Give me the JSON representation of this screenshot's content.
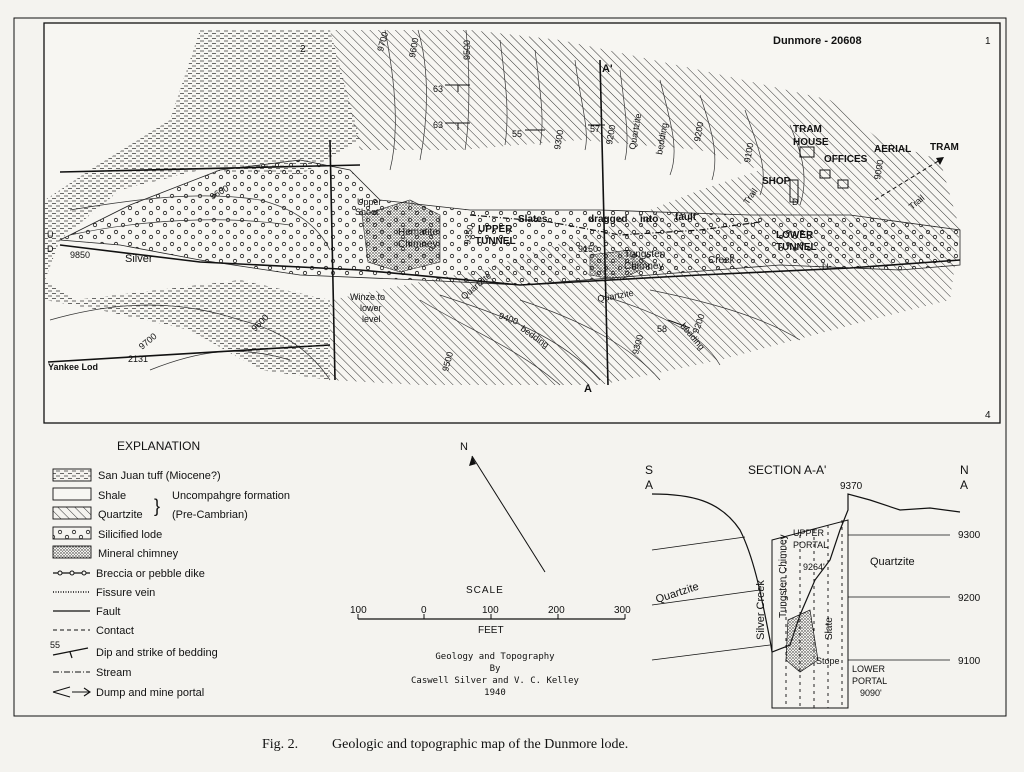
{
  "map": {
    "id_label": "Dunmore - 20608",
    "corner_top_right": "1",
    "corner_bottom_right": "4",
    "figure_label": "Fig. 2.",
    "caption": "Geologic and topographic map of the Dunmore lode.",
    "labels": {
      "tram_house_1": "TRAM",
      "tram_house_2": "HOUSE",
      "shop": "SHOP",
      "offices": "OFFICES",
      "aerial_tram_1": "AERIAL",
      "aerial_tram_2": "TRAM",
      "trail_1": "Trail",
      "trail_2": "Trail",
      "upper_shoot_1": "Upper",
      "upper_shoot_2": "Shoot",
      "hematite_1": "Hematite",
      "hematite_2": "Chimney",
      "upper_tunnel_1": "UPPER",
      "upper_tunnel_2": "TUNNEL",
      "slates": "Slates",
      "dragged": "dragged",
      "into": "into",
      "fault": "fault",
      "lower_tunnel_1": "LOWER",
      "lower_tunnel_2": "TUNNEL",
      "tungsten_1": "Tungsten",
      "tungsten_2": "Chimney",
      "creek": "Creek",
      "silver": "Silver",
      "winze_1": "Winze to",
      "winze_2": "lower",
      "winze_3": "level",
      "quartzite_bedding_1": "Quartzite",
      "quartzite_bedding_2": "bedding",
      "quartzite_bedding_3": "Quartzite",
      "quartzite_bedding_4": "bedding",
      "quartzite_bedding_5": "Quartzite",
      "quartzite_bedding_6": "bedding",
      "yankee_lode": "Yankee Lod",
      "yankee_num": "2131",
      "section_a": "A",
      "section_a_prime": "A'",
      "section_a_bottom": "A",
      "u_label": "U",
      "d_label": "D",
      "d_label_2": "D",
      "u_label_2": "U",
      "fig_2": "2"
    },
    "contours": [
      "9700",
      "9600",
      "9500",
      "9400",
      "9300",
      "9200",
      "9100",
      "9600",
      "9700",
      "9600",
      "9500",
      "9400",
      "9300",
      "9200",
      "9150",
      "9350",
      "9600",
      "9700",
      "9850",
      "9300",
      "9200",
      "9000"
    ],
    "dips": [
      "63",
      "63",
      "55",
      "57",
      "58"
    ]
  },
  "legend": {
    "title": "EXPLANATION",
    "items": [
      {
        "label": "San Juan tuff (Miocene?)"
      },
      {
        "label": "Shale"
      },
      {
        "label": "Quartzite"
      },
      {
        "label": "Silicified lode"
      },
      {
        "label": "Mineral chimney"
      },
      {
        "label": "Breccia or pebble dike"
      },
      {
        "label": "Fissure vein"
      },
      {
        "label": "Fault"
      },
      {
        "label": "Contact"
      },
      {
        "label": "Dip and strike of bedding"
      },
      {
        "label": "Stream"
      },
      {
        "label": "Dump and mine portal"
      }
    ],
    "formation": "Uncompahgre formation",
    "age": "(Pre-Cambrian)",
    "dip_sample": "55"
  },
  "north": "N",
  "scale": {
    "title": "SCALE",
    "ticks": [
      "100",
      "0",
      "100",
      "200",
      "300"
    ],
    "unit": "FEET"
  },
  "credits": {
    "line1": "Geology and Topography",
    "line2": "By",
    "line3": "Caswell Silver and V. C. Kelley",
    "line4": "1940"
  },
  "section": {
    "title": "SECTION A-A'",
    "left_dir": "S",
    "left_letter": "A",
    "right_dir": "N",
    "right_letter": "A",
    "elev_top": "9370",
    "elev_ticks": [
      "9300",
      "9200",
      "9100"
    ],
    "quartzite_left": "Quartzite",
    "quartzite_right": "Quartzite",
    "silver_creek": "Silver Creek",
    "tungsten_chimney": "Tungsten Chimney",
    "upper_portal_1": "UPPER",
    "upper_portal_2": "PORTAL",
    "upper_portal_elev": "9264'",
    "slate": "Slate",
    "stope": "Stope",
    "lower_portal_1": "LOWER",
    "lower_portal_2": "PORTAL",
    "lower_portal_elev": "9090'"
  }
}
